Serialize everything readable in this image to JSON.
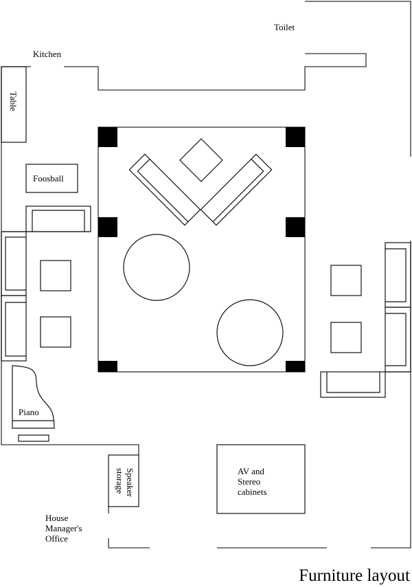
{
  "title": "Furniture layout",
  "rooms": {
    "kitchen": "Kitchen",
    "toilet": "Toilet",
    "office": [
      "House",
      "Manager's",
      "Office"
    ]
  },
  "furniture": {
    "table": "Table",
    "foosball": "Foosball",
    "piano": "Piano",
    "speaker_storage": [
      "Speaker",
      "storage"
    ],
    "av_cabinets": [
      "AV and",
      "Stereo",
      "cabinets"
    ]
  }
}
